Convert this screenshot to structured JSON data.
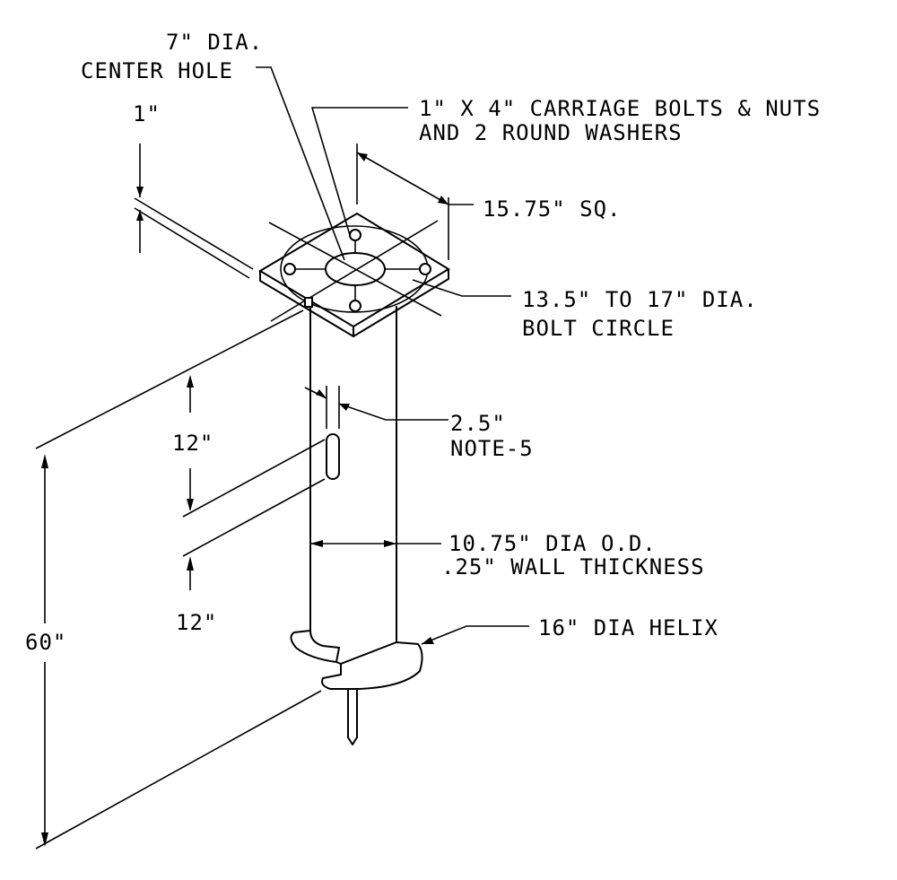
{
  "labels": {
    "center_hole_1": "7\" DIA.",
    "center_hole_2": "CENTER HOLE",
    "plate_thickness": "1\"",
    "bolts_1": "1\" X 4\" CARRIAGE BOLTS & NUTS",
    "bolts_2": "AND 2 ROUND WASHERS",
    "plate_size": "15.75\" SQ.",
    "bolt_circle_1": "13.5\" TO 17\" DIA.",
    "bolt_circle_2": "BOLT CIRCLE",
    "slot_1": "2.5\"",
    "slot_2": "NOTE-5",
    "slot_dim_upper": "12\"",
    "slot_dim_lower": "12\"",
    "pipe_1": "10.75\" DIA O.D.",
    "pipe_2": ".25\" WALL THICKNESS",
    "total_length": "60\"",
    "helix": "16\" DIA HELIX"
  }
}
